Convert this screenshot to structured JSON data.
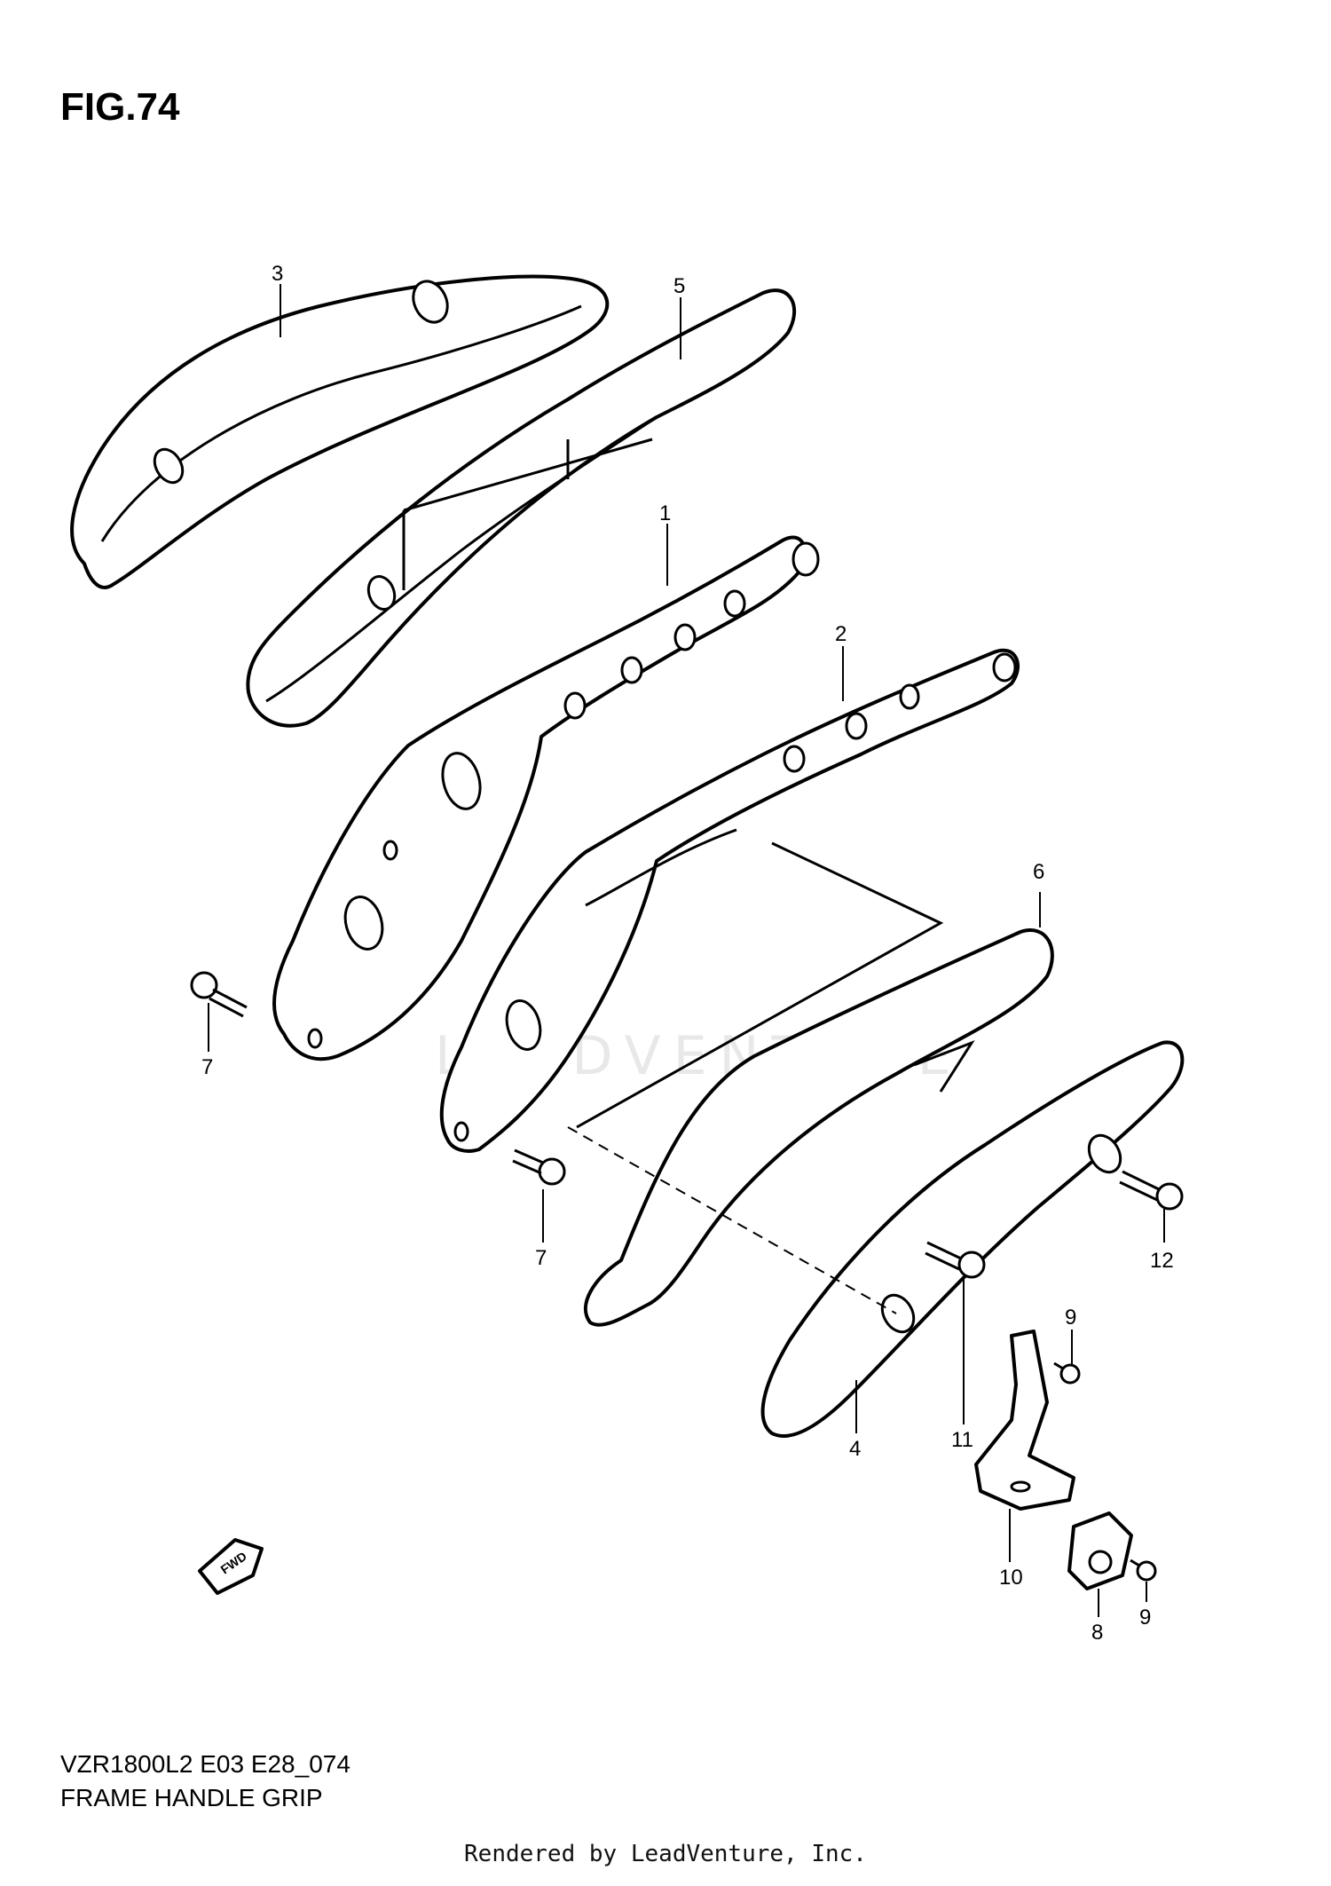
{
  "figure": {
    "title": "FIG.74",
    "model_code": "VZR1800L2 E03 E28_074",
    "name": "FRAME HANDLE GRIP",
    "footer": "Rendered by LeadVenture, Inc.",
    "watermark": "LEADVENTURE",
    "direction_badge": "FWD"
  },
  "callouts": {
    "c1": "1",
    "c2": "2",
    "c3": "3",
    "c4": "4",
    "c5": "5",
    "c6": "6",
    "c7a": "7",
    "c7b": "7",
    "c8": "8",
    "c9a": "9",
    "c9b": "9",
    "c10": "10",
    "c11": "11",
    "c12": "12"
  }
}
